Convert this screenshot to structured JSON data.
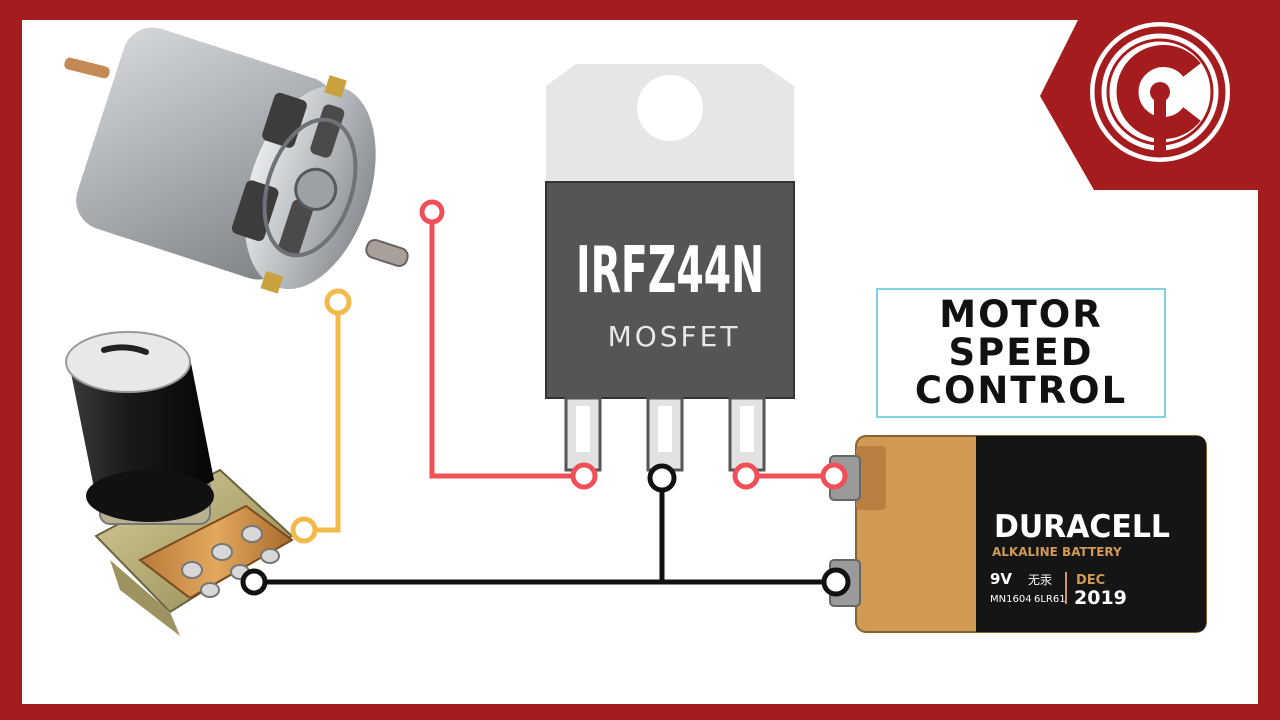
{
  "colors": {
    "frame": "#a51c1f",
    "background": "#ffffff",
    "wire_red": "#ef5057",
    "wire_yellow": "#f4b94b",
    "wire_black": "#111111",
    "mosfet_body": "#555555",
    "mosfet_tab": "#e6e6e6",
    "title_border": "#7fd3dd"
  },
  "mosfet": {
    "part_number": "IRFZ44N",
    "type_label": "MOSFET"
  },
  "title": {
    "line1": "MOTOR",
    "line2": "SPEED",
    "line3": "CONTROL"
  },
  "battery": {
    "brand": "DURACELL",
    "subtitle": "ALKALINE BATTERY",
    "voltage": "9V",
    "model": "MN1604",
    "iec": "6LR61",
    "chinese": "无汞",
    "date_label": "DEC",
    "year": "2019"
  },
  "components": {
    "motor": "dc-motor",
    "potentiometer": "potentiometer",
    "battery": "9v-battery",
    "logo": "circuit-logo"
  }
}
